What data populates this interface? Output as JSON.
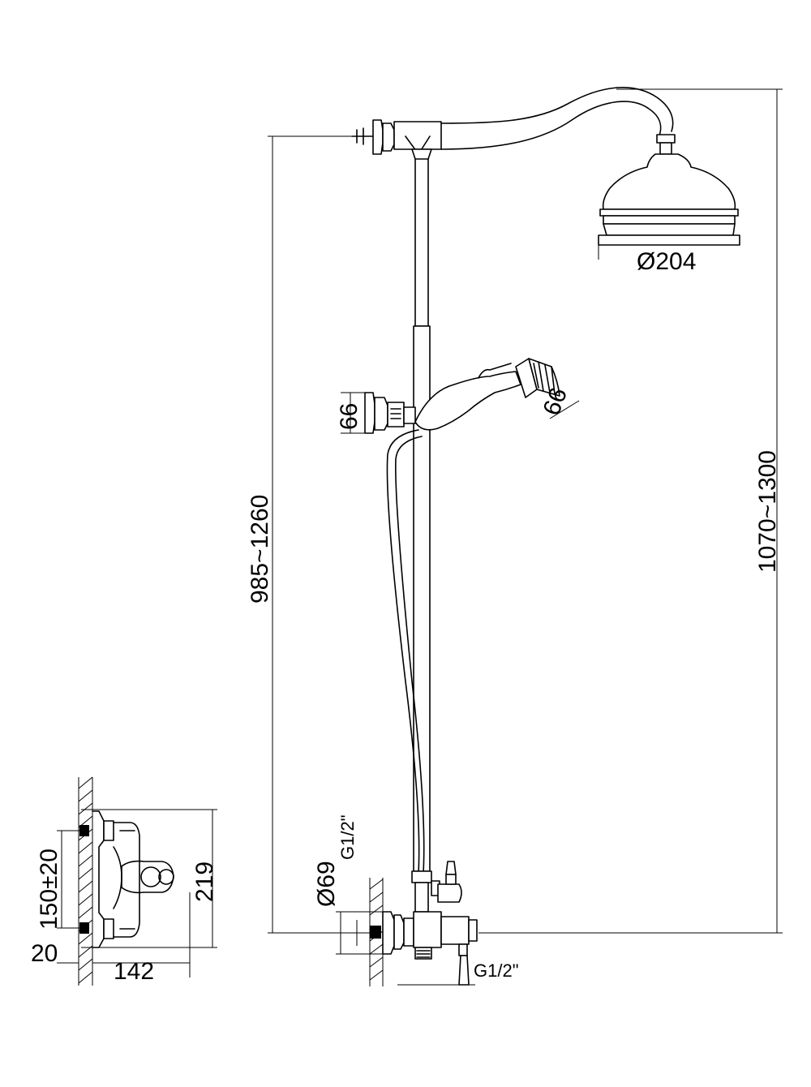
{
  "dimensions": {
    "head_diameter": "Ø204",
    "hand_shower_size": "66",
    "holder_size": "66",
    "rail_height": "985~1260",
    "total_height": "1070~1300",
    "mixer_diameter": "Ø69",
    "inlet_thread": "G1/2\"",
    "outlet_thread": "G1/2\"",
    "mixer_height": "219",
    "center_distance": "150±20",
    "wall_offset": "20",
    "mixer_depth": "142"
  }
}
